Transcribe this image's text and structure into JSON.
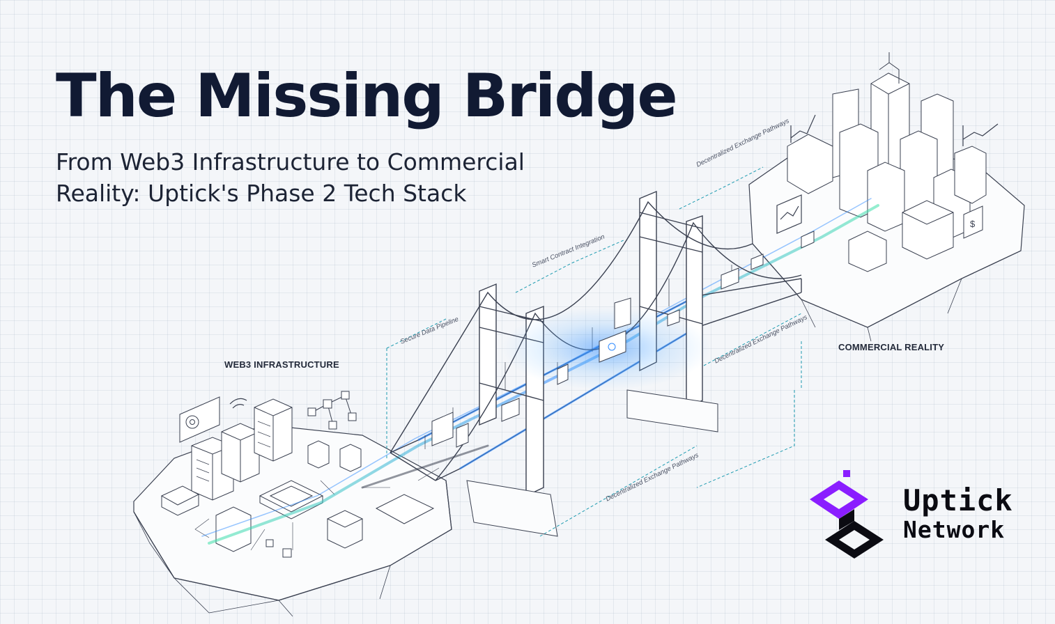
{
  "header": {
    "title": "The Missing Bridge",
    "subtitle": "From Web3 Infrastructure to Commercial Reality: Uptick's Phase 2 Tech Stack"
  },
  "regions": {
    "left": "WEB3 INFRASTRUCTURE",
    "right": "COMMERCIAL REALITY"
  },
  "pathways": [
    {
      "label": "Secure Data Pipeline"
    },
    {
      "label": "Smart Contract Integration"
    },
    {
      "label": "Decentralized Exchange Pathways"
    },
    {
      "label": "Decentralized Exchange Pathways"
    },
    {
      "label": "Decentralized Exchange Pathways"
    }
  ],
  "brand": {
    "name_line1": "Uptick",
    "name_line2": "Network",
    "colors": {
      "accent": "#8a1dff",
      "dark": "#0b0b12",
      "ink": "#111a33",
      "glow": "#2f8bff",
      "trail": "#3ee0a8"
    }
  },
  "icons": [
    "server-icon",
    "gear-icon",
    "wifi-icon",
    "network-icon",
    "chip-icon",
    "cube-icon",
    "document-icon",
    "chart-icon",
    "dollar-icon",
    "building-icon",
    "shop-icon",
    "bridge-icon",
    "uptick-logo-icon"
  ]
}
